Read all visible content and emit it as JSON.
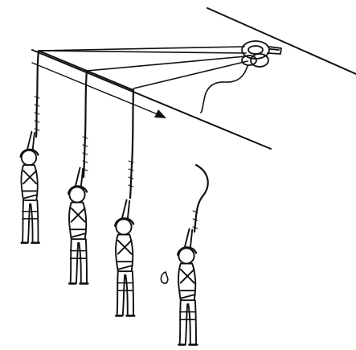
{
  "diagram": {
    "subject": "fall-rescue-line-illustration",
    "colors": {
      "ink": "#111111",
      "paper": "#ffffff"
    },
    "parts": [
      {
        "name": "rope-anchor-device",
        "icon": "pulley-icon"
      },
      {
        "name": "movement-arrow",
        "icon": "arrow-right-icon"
      },
      {
        "name": "suspended-worker",
        "count": 4
      }
    ]
  }
}
